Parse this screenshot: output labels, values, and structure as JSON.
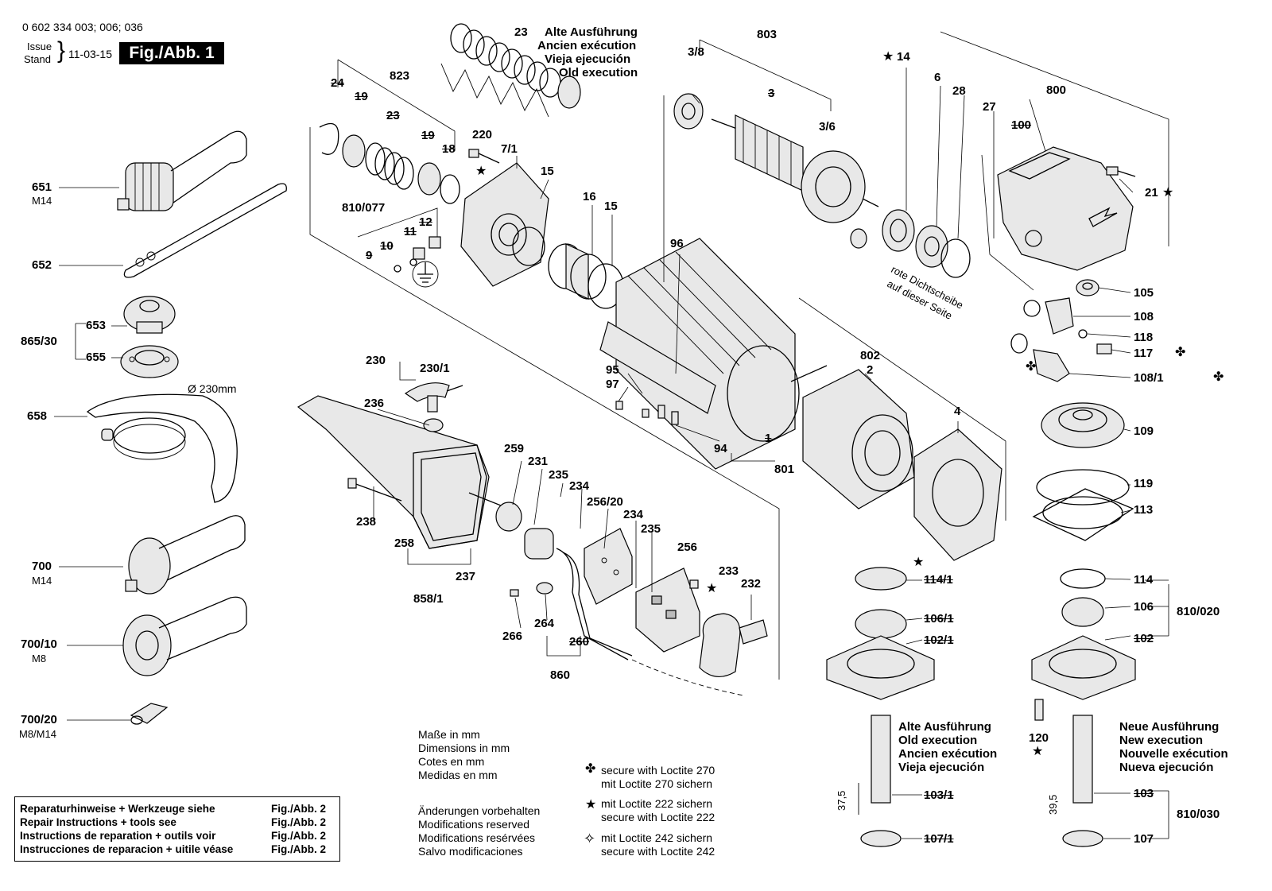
{
  "header": {
    "doc_numbers": "0 602 334 003; 006; 036",
    "issue_label": "Issue",
    "stand_label": "Stand",
    "date": "11-03-15",
    "figure": "Fig./Abb. 1"
  },
  "old_execution_top": [
    "Alte Ausführung",
    "Ancien exécution",
    "Vieja ejecución",
    "Old execution"
  ],
  "dichtscheibe_note": [
    "rote Dichtscheibe",
    "auf dieser Seite"
  ],
  "diameter_note": "Ø 230mm",
  "callouts": {
    "p651": "651",
    "p651_sub": "M14",
    "p652": "652",
    "p653": "653",
    "p865_30": "865/30",
    "p655": "655",
    "p658": "658",
    "p700": "700",
    "p700_sub": "M14",
    "p700_10": "700/10",
    "p700_10_sub": "M8",
    "p700_20": "700/20",
    "p700_20_sub": "M8/M14",
    "p24": "24",
    "p19a": "19",
    "p823": "823",
    "p23a": "23",
    "p19b": "19",
    "p18": "18",
    "p23top": "23",
    "p220": "220",
    "p7_1": "7/1",
    "p15a": "15",
    "p16": "16",
    "p15b": "15",
    "p810_077": "810/077",
    "p12": "12",
    "p11": "11",
    "p10": "10",
    "p9": "9",
    "p3_8": "3/8",
    "p803": "803",
    "p3": "3",
    "p3_6": "3/6",
    "p14": "14",
    "p6": "6",
    "p28": "28",
    "p27": "27",
    "p800": "800",
    "p100": "100",
    "p21": "21",
    "p96": "96",
    "p95": "95",
    "p97": "97",
    "p94": "94",
    "p1": "1",
    "p801": "801",
    "p802": "802",
    "p2": "2",
    "p4": "4",
    "p105": "105",
    "p108": "108",
    "p118": "118",
    "p117": "117",
    "p108_1": "108/1",
    "p109": "109",
    "p119": "119",
    "p113": "113",
    "p114_1": "114/1",
    "p106_1": "106/1",
    "p102_1": "102/1",
    "p114": "114",
    "p106": "106",
    "p810_020": "810/020",
    "p102": "102",
    "p120": "120",
    "p103_1": "103/1",
    "p107_1": "107/1",
    "p103": "103",
    "p107": "107",
    "p810_030": "810/030",
    "dim_37_5": "37,5",
    "dim_39_5": "39,5",
    "p230": "230",
    "p230_1": "230/1",
    "p236": "236",
    "p238": "238",
    "p258": "258",
    "p237": "237",
    "p858_1": "858/1",
    "p259": "259",
    "p231": "231",
    "p235a": "235",
    "p234a": "234",
    "p256_20": "256/20",
    "p234b": "234",
    "p235b": "235",
    "p256": "256",
    "p233": "233",
    "p232": "232",
    "p266": "266",
    "p264": "264",
    "p260": "260",
    "p860": "860"
  },
  "old_execution_bottom": [
    "Alte Ausführung",
    "Old execution",
    "Ancien exécution",
    "Vieja ejecución"
  ],
  "new_execution_bottom": [
    "Neue Ausführung",
    "New execution",
    "Nouvelle exécution",
    "Nueva ejecución"
  ],
  "dimensions_note": [
    "Maße in mm",
    "Dimensions in mm",
    "Cotes en mm",
    "Medidas en mm"
  ],
  "changes_note": [
    "Änderungen vorbehalten",
    "Modifications reserved",
    "Modifications resérvées",
    "Salvo modificaciones"
  ],
  "legend": [
    {
      "symbol": "✤",
      "lines": [
        "secure with Loctite 270",
        "mit Loctite 270 sichern"
      ]
    },
    {
      "symbol": "★",
      "lines": [
        "mit Loctite 222 sichern",
        "secure with Loctite 222"
      ]
    },
    {
      "symbol": "✧",
      "lines": [
        "mit Loctite 242 sichern",
        "secure with Loctite 242"
      ]
    }
  ],
  "repair_box": {
    "rows": [
      {
        "text": "Reparaturhinweise + Werkzeuge siehe",
        "fig": "Fig./Abb. 2"
      },
      {
        "text": "Repair Instructions + tools see",
        "fig": "Fig./Abb. 2"
      },
      {
        "text": "Instructions de reparation + outils voir",
        "fig": "Fig./Abb. 2"
      },
      {
        "text": "Instrucciones de reparacion + uitile véase",
        "fig": "Fig./Abb. 2"
      }
    ]
  }
}
